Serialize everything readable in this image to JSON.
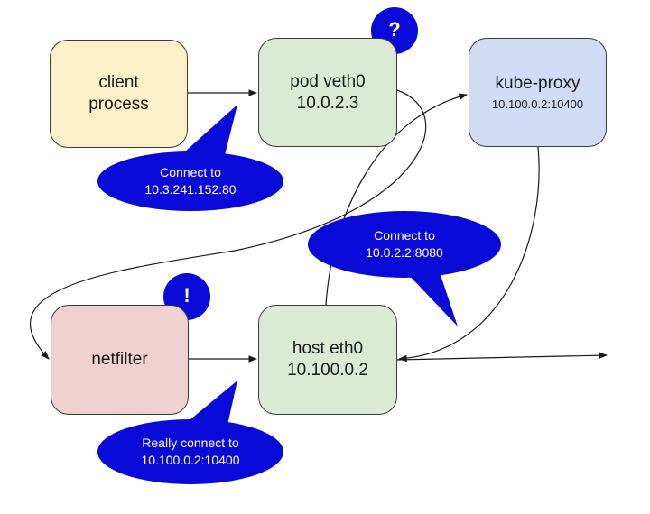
{
  "colors": {
    "client": "#fcf0c9",
    "pod": "#dcead4",
    "kube_proxy": "#cfdcf4",
    "netfilter": "#efd1d1",
    "host": "#dcead4",
    "bubble": "#0a0ad8",
    "line": "#1a1a1a"
  },
  "nodes": {
    "client": {
      "line1": "client",
      "line2": "process"
    },
    "pod": {
      "line1": "pod veth0",
      "line2": "10.0.2.3"
    },
    "kube_proxy": {
      "line1": "kube-proxy",
      "line2": "10.100.0.2:10400"
    },
    "netfilter": {
      "line1": "netfilter"
    },
    "host": {
      "line1": "host eth0",
      "line2": "10.100.0.2"
    }
  },
  "bubbles": {
    "connect_service": {
      "line1": "Connect to",
      "line2": "10.3.241.152:80"
    },
    "connect_pod": {
      "line1": "Connect to",
      "line2": "10.0.2.2:8080"
    },
    "really_connect": {
      "line1": "Really connect to",
      "line2": "10.100.0.2:10400"
    }
  },
  "marks": {
    "question": "?",
    "exclamation": "!"
  },
  "edges": [
    {
      "from": "client",
      "to": "pod"
    },
    {
      "from": "pod",
      "to": "netfilter"
    },
    {
      "from": "netfilter",
      "to": "host"
    },
    {
      "from": "host",
      "to": "kube_proxy"
    },
    {
      "from": "kube_proxy",
      "to": "host"
    },
    {
      "from": "host",
      "to": "outside"
    }
  ]
}
